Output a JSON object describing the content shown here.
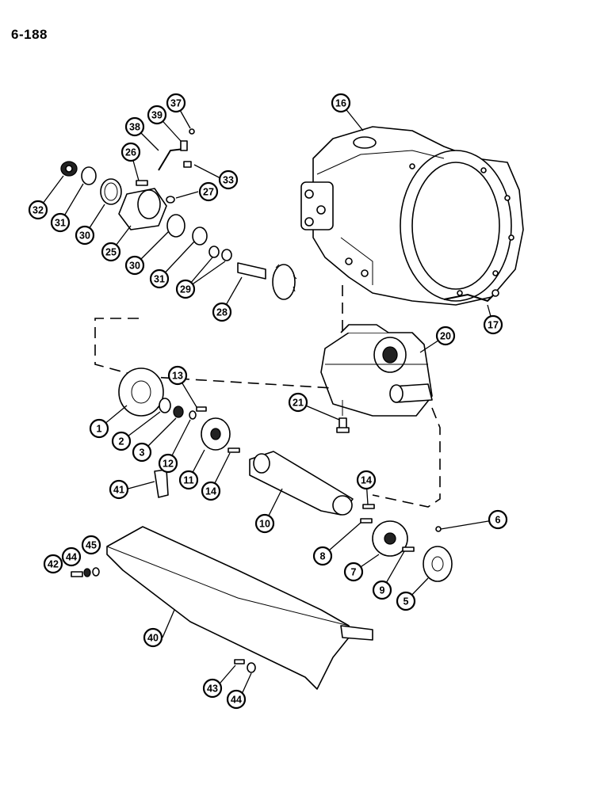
{
  "page_number": "6-188",
  "callouts": [
    {
      "label": "1"
    },
    {
      "label": "2"
    },
    {
      "label": "3"
    },
    {
      "label": "5"
    },
    {
      "label": "6"
    },
    {
      "label": "7"
    },
    {
      "label": "8"
    },
    {
      "label": "9"
    },
    {
      "label": "10"
    },
    {
      "label": "11"
    },
    {
      "label": "12"
    },
    {
      "label": "13"
    },
    {
      "label": "14"
    },
    {
      "label": "14"
    },
    {
      "label": "16"
    },
    {
      "label": "17"
    },
    {
      "label": "20"
    },
    {
      "label": "21"
    },
    {
      "label": "25"
    },
    {
      "label": "26"
    },
    {
      "label": "27"
    },
    {
      "label": "28"
    },
    {
      "label": "29"
    },
    {
      "label": "30"
    },
    {
      "label": "30"
    },
    {
      "label": "31"
    },
    {
      "label": "31"
    },
    {
      "label": "32"
    },
    {
      "label": "33"
    },
    {
      "label": "37"
    },
    {
      "label": "38"
    },
    {
      "label": "39"
    },
    {
      "label": "40"
    },
    {
      "label": "41"
    },
    {
      "label": "42"
    },
    {
      "label": "43"
    },
    {
      "label": "44"
    },
    {
      "label": "44"
    },
    {
      "label": "45"
    }
  ]
}
